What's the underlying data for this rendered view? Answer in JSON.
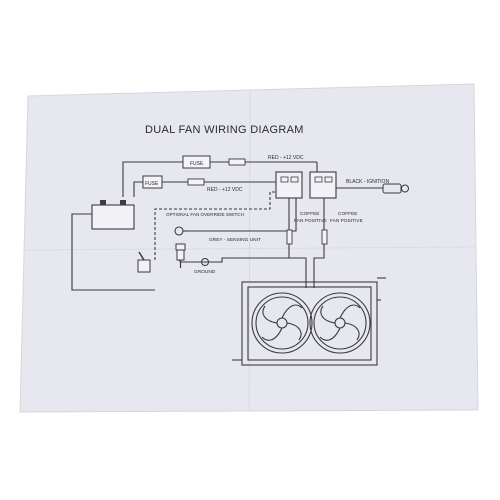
{
  "title": "DUAL FAN WIRING DIAGRAM",
  "labels": {
    "fuse_top": "FUSE",
    "fuse_lower": "FUSE",
    "red_top": "RED - +12 VDC",
    "red_lower": "RED - +12 VDC",
    "black_ignition": "BLACK - IGNITION",
    "override_switch": "OPTIONAL FAN OVERRIDE SWITCH",
    "grey_sensing": "GREY - SENSING UNIT",
    "coffee_left_1": "COFFEE",
    "coffee_left_2": "FAN POSITIVE",
    "coffee_right_1": "COFFEE",
    "coffee_right_2": "FAN POSITIVE",
    "ground": "GROUND"
  },
  "colors": {
    "paper": "#e7e7ef",
    "ink": "#2a2a2e",
    "wire": "#3a3a40"
  }
}
